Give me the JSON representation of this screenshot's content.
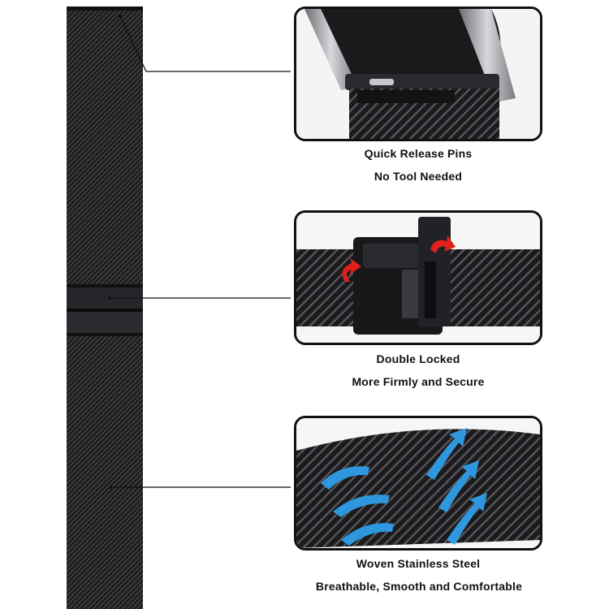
{
  "features": [
    {
      "title": "Quick Release Pins",
      "subtitle": "No Tool Needed"
    },
    {
      "title": "Double Locked",
      "subtitle": "More Firmly and Secure"
    },
    {
      "title": "Woven Stainless Steel",
      "subtitle": "Breathable, Smooth and Comfortable"
    }
  ],
  "colors": {
    "mesh": "#222222",
    "arrow_red": "#e0201b",
    "arrow_blue": "#2f9ee8"
  }
}
